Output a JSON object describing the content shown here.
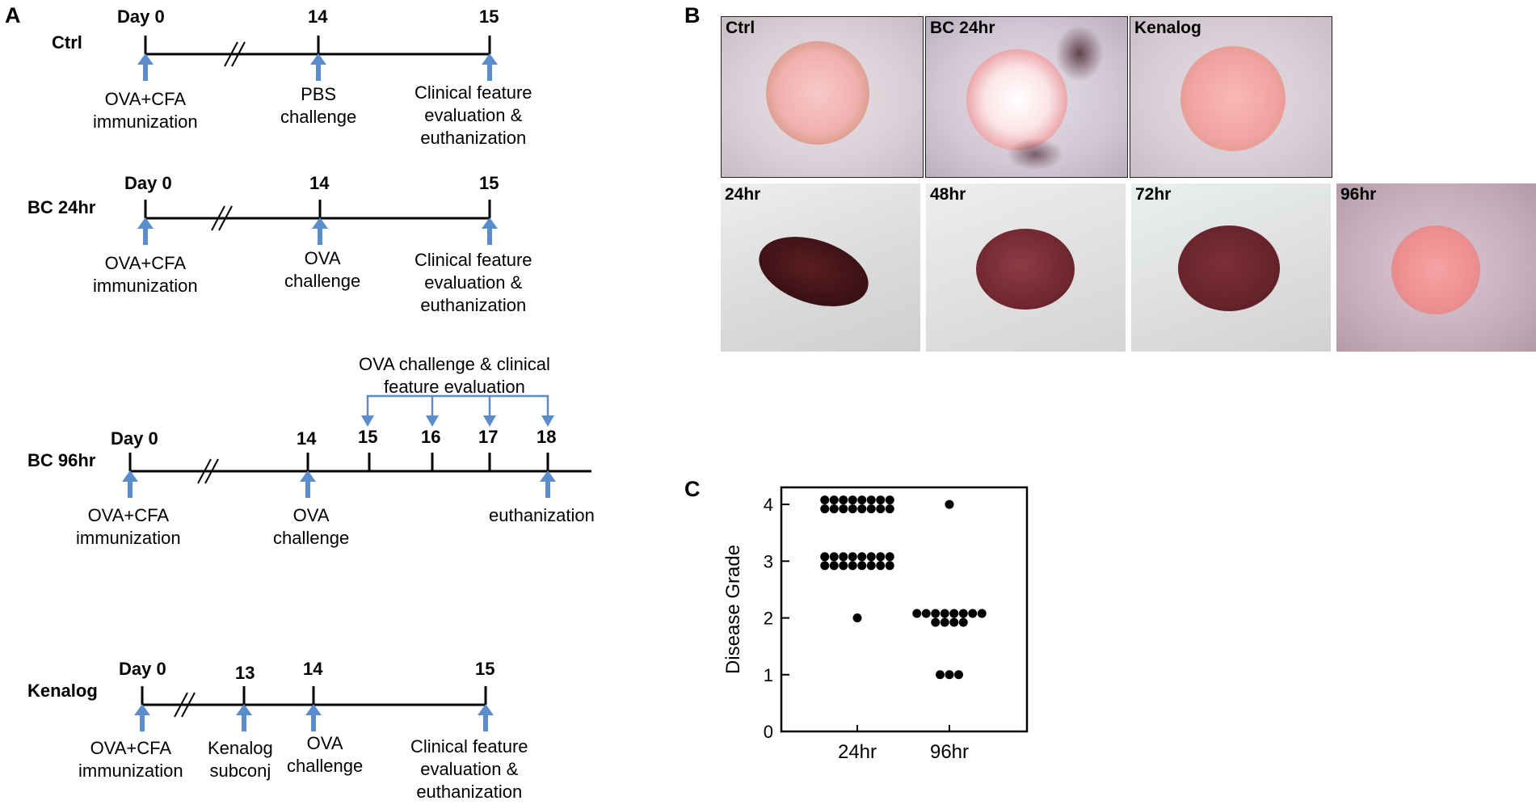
{
  "panels": {
    "a": "A",
    "b": "B",
    "c": "C"
  },
  "timelines": {
    "ctrl": {
      "group": "Ctrl",
      "days": [
        "Day 0",
        "14",
        "15"
      ],
      "events": [
        "OVA+CFA\nimmunization",
        "PBS\nchallenge",
        "Clinical feature\nevaluation &\neuthanization"
      ]
    },
    "bc24": {
      "group": "BC 24hr",
      "days": [
        "Day 0",
        "14",
        "15"
      ],
      "events": [
        "OVA+CFA\nimmunization",
        "OVA\nchallenge",
        "Clinical feature\nevaluation &\neuthanization"
      ]
    },
    "bc96": {
      "group": "BC 96hr",
      "days": [
        "Day 0",
        "14",
        "15",
        "16",
        "17",
        "18"
      ],
      "bracket_label": "OVA challenge & clinical\nfeature evaluation",
      "events": [
        "OVA+CFA\nimmunization",
        "OVA\nchallenge",
        "euthanization"
      ]
    },
    "kenalog": {
      "group": "Kenalog",
      "days": [
        "Day 0",
        "13",
        "14",
        "15"
      ],
      "events": [
        "OVA+CFA\nimmunization",
        "Kenalog\nsubconj",
        "OVA\nchallenge",
        "Clinical feature\nevaluation &\neuthanization"
      ]
    }
  },
  "photos": {
    "top": [
      "Ctrl",
      "BC 24hr",
      "Kenalog"
    ],
    "bottom": [
      "24hr",
      "48hr",
      "72hr",
      "96hr"
    ]
  },
  "chart_data": {
    "type": "scatter",
    "ylabel": "Disease Grade",
    "xlabel": "",
    "categories": [
      "24hr",
      "96hr"
    ],
    "ylim": [
      0,
      4.3
    ],
    "yticks": [
      0,
      1,
      2,
      3,
      4
    ],
    "series": [
      {
        "values": [
          4,
          4,
          4,
          4,
          4,
          4,
          4,
          4,
          4,
          4,
          4,
          4,
          4,
          4,
          4,
          4,
          3,
          3,
          3,
          3,
          3,
          3,
          3,
          3,
          3,
          3,
          3,
          3,
          3,
          3,
          3,
          3,
          2
        ]
      },
      {
        "values": [
          4,
          2,
          2,
          2,
          2,
          2,
          2,
          2,
          2,
          2,
          2,
          2,
          2,
          1,
          1,
          1
        ]
      }
    ]
  }
}
